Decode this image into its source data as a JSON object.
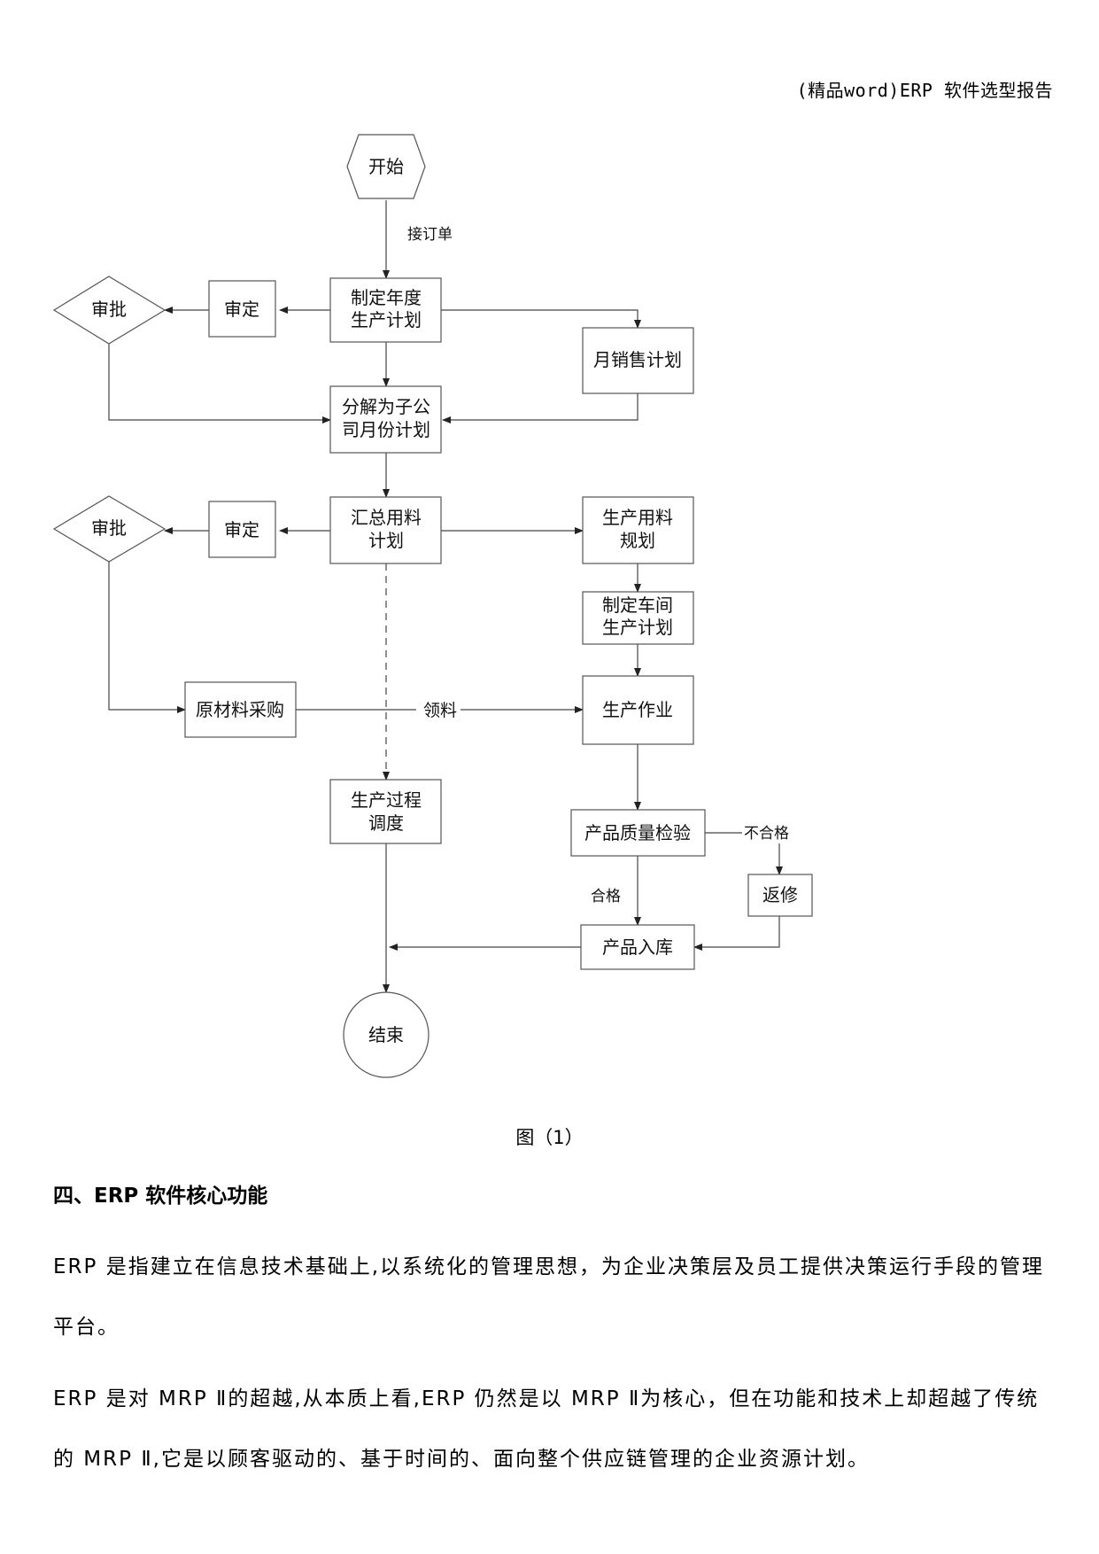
{
  "header": "(精品word)ERP 软件选型报告",
  "flowchart": {
    "start": "开始",
    "end": "结束",
    "edge_receive_order": "接订单",
    "annual_plan": [
      "制定年度",
      "生产计划"
    ],
    "review_1": "审定",
    "approve_1": "审批",
    "monthly_sales_plan": "月销售计划",
    "decompose_plan": [
      "分解为子公",
      "司月份计划"
    ],
    "summary_plan": [
      "汇总用料",
      "计划"
    ],
    "review_2": "审定",
    "approve_2": "审批",
    "material_planning": [
      "生产用料",
      "规划"
    ],
    "workshop_plan": [
      "制定车间",
      "生产计划"
    ],
    "raw_purchase": "原材料采购",
    "edge_pick_material": "领料",
    "production_op": "生产作业",
    "process_schedule": [
      "生产过程",
      "调度"
    ],
    "quality_check": "产品质量检验",
    "edge_fail": "不合格",
    "rework": "返修",
    "edge_pass": "合格",
    "warehousing": "产品入库"
  },
  "caption": "图（1）",
  "section": {
    "title": "四、ERP 软件核心功能",
    "paragraph1": "ERP 是指建立在信息技术基础上,以系统化的管理思想，为企业决策层及员工提供决策运行手段的管理平台。",
    "paragraph2": "ERP 是对 MRP Ⅱ的超越,从本质上看,ERP 仍然是以 MRP Ⅱ为核心，但在功能和技术上却超越了传统的 MRP Ⅱ,它是以顾客驱动的、基于时间的、面向整个供应链管理的企业资源计划。"
  }
}
